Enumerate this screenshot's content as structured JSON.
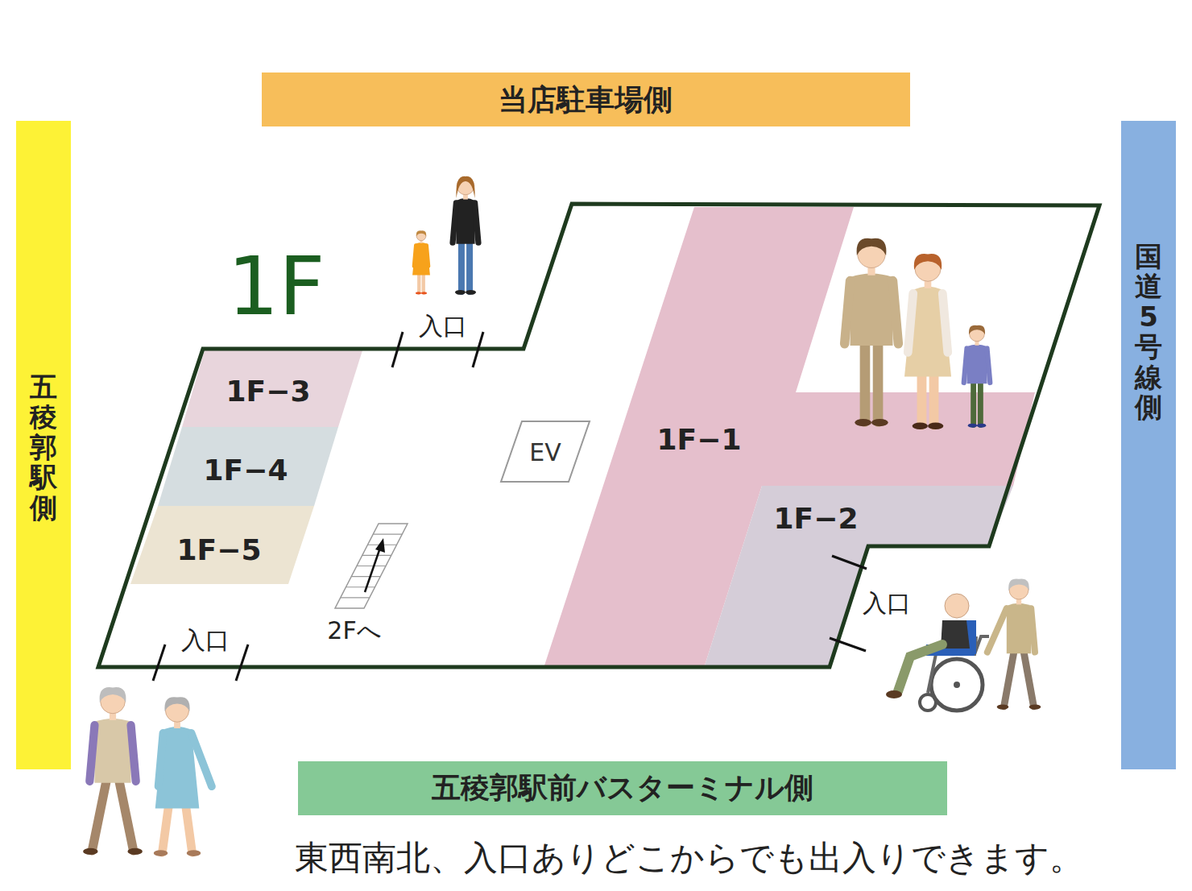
{
  "diagram": {
    "caption": "東西南北、入口ありどこからでも出入りできます。",
    "nodes": [
      {
        "text": [
          "当店駐車場側"
        ]
      },
      {
        "text": [
          "五稜郭駅側"
        ]
      },
      {
        "text": [
          "国道5号線側"
        ]
      },
      {
        "text": [
          "1F"
        ]
      },
      {
        "text": [
          "1F−3"
        ],
        "in": 3
      },
      {
        "text": [
          "1F−4"
        ],
        "in": 3
      },
      {
        "text": [
          "1F−5"
        ],
        "in": 3
      },
      {
        "text": [
          "EV"
        ],
        "in": 3
      },
      {
        "text": [
          "1F−1"
        ],
        "in": 3
      },
      {
        "text": [
          "1F−2"
        ],
        "in": 3
      },
      {
        "text": [
          "五稜郭駅前バスターミナル側"
        ]
      }
    ],
    "labels": [
      "入口",
      "入口",
      "入口",
      "2Fへ"
    ]
  }
}
